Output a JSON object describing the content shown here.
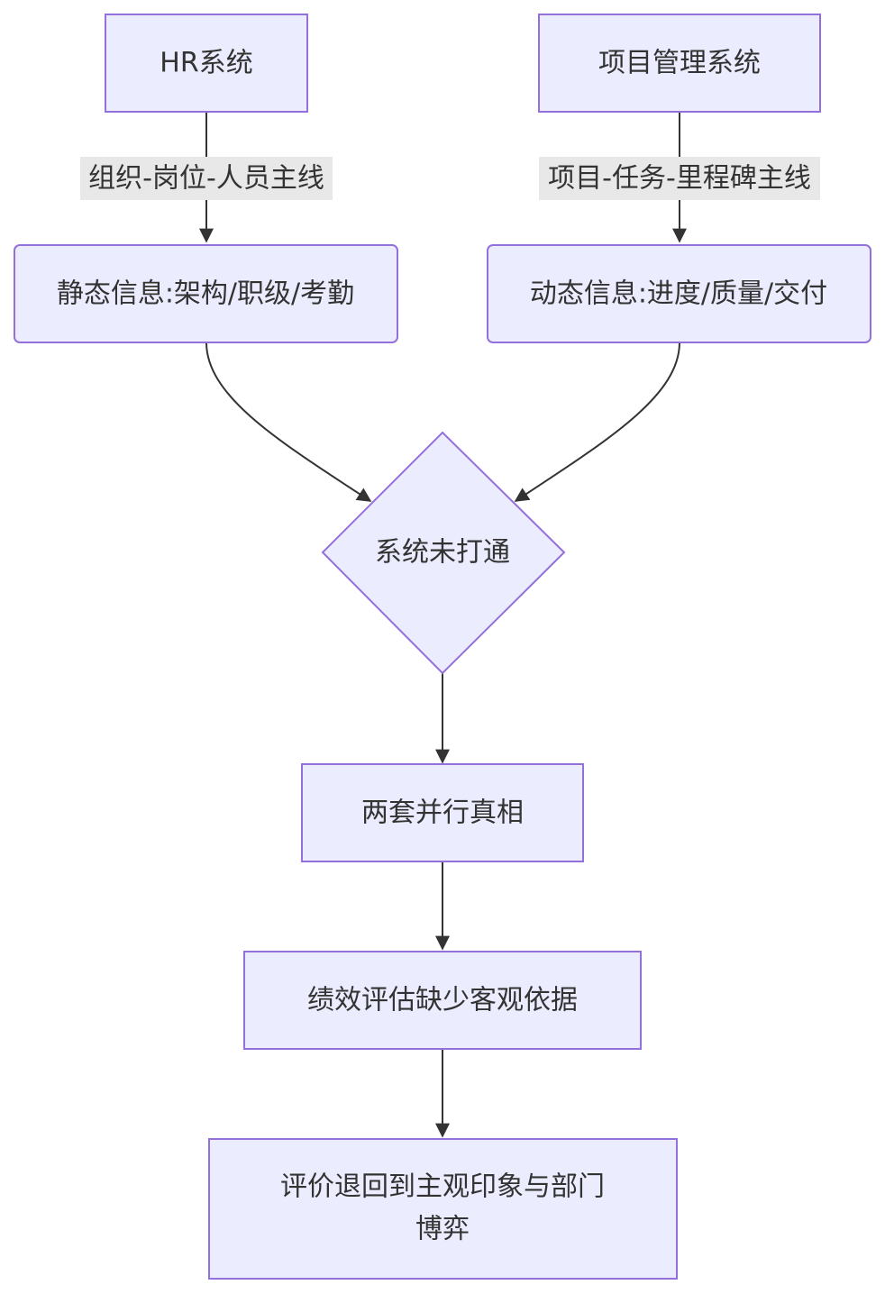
{
  "nodes": {
    "hr_system": "HR系统",
    "pm_system": "项目管理系统",
    "static_info": "静态信息:架构/职级/考勤",
    "dynamic_info": "动态信息:进度/质量/交付",
    "not_connected": "系统未打通",
    "two_truths": "两套并行真相",
    "no_basis": "绩效评估缺少客观依据",
    "subjective_line1": "评价退回到主观印象与部门",
    "subjective_line2": "博弈"
  },
  "edge_labels": {
    "hr_to_static": "组织-岗位-人员主线",
    "pm_to_dynamic": "项目-任务-里程碑主线"
  },
  "colors": {
    "node_fill": "#ececff",
    "node_stroke": "#9370db",
    "edge": "#333333",
    "label_bg": "#e8e8e8",
    "text": "#333333"
  }
}
